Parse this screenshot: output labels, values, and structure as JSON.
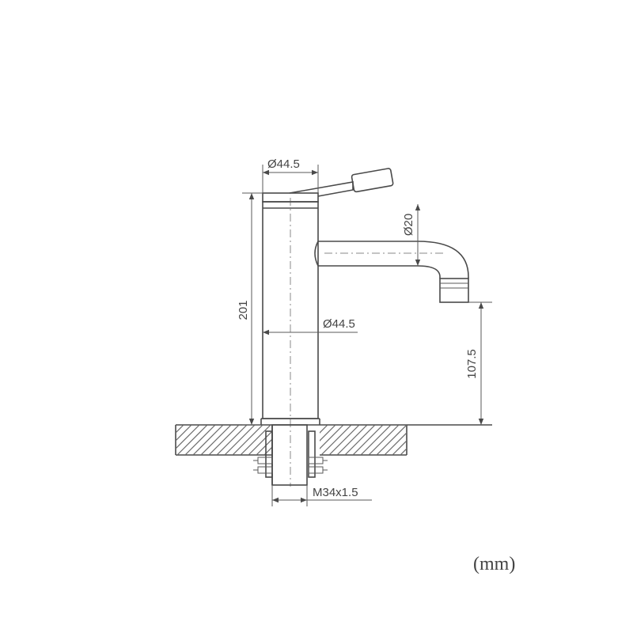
{
  "labels": {
    "body_diameter_top": "44.5",
    "body_diameter_mid": "44.5",
    "spout_diameter": "20",
    "total_height": "201",
    "spout_height": "107.5",
    "thread": "M34x1.5",
    "unit": "(mm)",
    "diameter_symbol": "Ø"
  },
  "colors": {
    "line": "#4a4a4a",
    "background": "#ffffff"
  }
}
